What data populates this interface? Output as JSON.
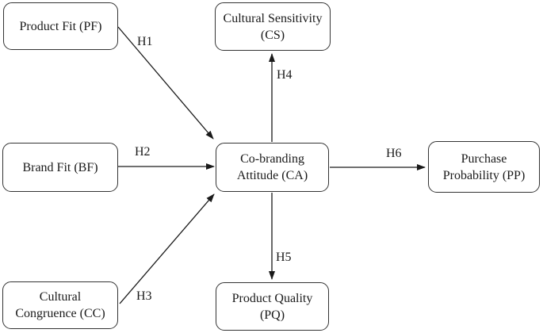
{
  "figure": {
    "description": "Conceptual research model diagram",
    "colors": {
      "background": "#ffffff",
      "node_fill": "#ffffff",
      "node_border": "#333333",
      "arrow": "#1a1a1a",
      "text": "#1a1a1a"
    }
  },
  "nodes": {
    "pf": {
      "id": "PF",
      "line1": "Product Fit (PF)"
    },
    "cs": {
      "id": "CS",
      "line1": "Cultural Sensitivity",
      "line2": "(CS)"
    },
    "bf": {
      "id": "BF",
      "line1": "Brand Fit (BF)"
    },
    "cc": {
      "id": "CC",
      "line1": "Cultural",
      "line2": "Congruence (CC)"
    },
    "ca": {
      "id": "CA",
      "line1": "Co-branding",
      "line2": "Attitude (CA)"
    },
    "pp": {
      "id": "PP",
      "line1": "Purchase",
      "line2": "Probability (PP)"
    },
    "pq": {
      "id": "PQ",
      "line1": "Product Quality",
      "line2": "(PQ)"
    }
  },
  "edges": {
    "h1": {
      "label": "H1",
      "from": "PF",
      "to": "CA"
    },
    "h2": {
      "label": "H2",
      "from": "BF",
      "to": "CA"
    },
    "h3": {
      "label": "H3",
      "from": "CC",
      "to": "CA"
    },
    "h4": {
      "label": "H4",
      "from": "CA",
      "to": "CS"
    },
    "h5": {
      "label": "H5",
      "from": "CA",
      "to": "PQ"
    },
    "h6": {
      "label": "H6",
      "from": "CA",
      "to": "PP"
    }
  }
}
